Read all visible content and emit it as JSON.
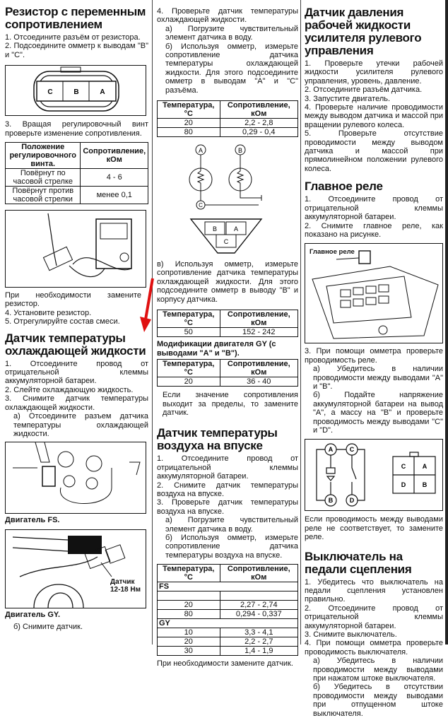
{
  "col1": {
    "resistor": {
      "title": "Резистор с переменным сопротивлением",
      "steps_a": [
        "1. Отсоедините разъём от резистора.",
        "2. Подсоедините омметр к выводам \"B\" и \"C\"."
      ],
      "connector_pins": [
        "C",
        "B",
        "A"
      ],
      "step3": [
        "3. Вращая регулировочный винт проверьте изменение сопротивления."
      ],
      "table": {
        "headers": [
          "Положение регулировочного винта.",
          "Сопротивление, кОм"
        ],
        "rows": [
          [
            "Повёрнут по часовой стрелке",
            "4 - 6"
          ],
          [
            "Повёрнут против часовой стрелки",
            "менее 0,1"
          ]
        ]
      },
      "steps_b": [
        "При необходимости замените резистор.",
        "4. Установите резистор.",
        "5. Отрегулируйте состав смеси."
      ]
    },
    "coolant": {
      "title": "Датчик температуры охлаждающей жидкости",
      "steps": [
        "1. Отсоедините провод от отрицательной клеммы аккумуляторной батареи.",
        "2. Слейте охлаждающую жидкость.",
        "3. Снимите датчик температуры охлаждающей жидкости."
      ],
      "sub": [
        "а) Отсоедините разъем датчика температуры охлаждающей жидкости."
      ],
      "fig_fs_caption": "Двигатель FS.",
      "fig_gy_label": "Датчик 12-18 Нм",
      "fig_gy_caption": "Двигатель GY.",
      "step_b": "б) Снимите датчик."
    }
  },
  "col2": {
    "step4": [
      "4. Проверьте датчик температуры охлаждающей жидкости."
    ],
    "step4_sub": [
      "а) Погрузите чувствительный элемент датчика в воду.",
      "б) Используя омметр, измерьте сопротивление датчика температуры охлаждающей жидкости. Для этого подсоедините омметр в выводам \"A\" и \"C\" разъёма."
    ],
    "table1": {
      "headers": [
        "Температура, °C",
        "Сопротивление, кОм"
      ],
      "rows": [
        [
          "20",
          "2,2 - 2,8"
        ],
        [
          "80",
          "0,29 - 0,4"
        ]
      ]
    },
    "diagram_labels": [
      "A",
      "B",
      "C",
      "B",
      "A",
      "C"
    ],
    "step_v": [
      "в) Используя омметр, измерьте сопротивление датчика температуры охлаждающей жидкости. Для этого подсоедините омметр в выводу \"B\" и корпусу датчика."
    ],
    "table2": {
      "headers": [
        "Температура, °C",
        "Сопротивление, кОм"
      ],
      "rows": [
        [
          "50",
          "152 - 242"
        ]
      ]
    },
    "gy_heading": "Модификации двигателя GY (с выводами \"A\" и \"B\").",
    "table3": {
      "headers": [
        "Температура, °C",
        "Сопротивление, кОм"
      ],
      "rows": [
        [
          "20",
          "36 - 40"
        ]
      ]
    },
    "note": [
      "Если значение сопротивления выходит за пределы, то замените датчик."
    ],
    "intake": {
      "title": "Датчик температуры воздуха на впуске",
      "steps": [
        "1. Отсоедините провод от отрицательной клеммы аккумуляторной батареи.",
        "2. Снимите датчик температуры воздуха на впуске.",
        "3. Проверьте датчик температуры воздуха на впуске."
      ],
      "sub": [
        "а) Погрузите чувствительный элемент датчика в воду.",
        "б) Используя омметр, измерьте сопротивление датчика температуры воздуха на впуске."
      ],
      "table": {
        "headers": [
          "Температура, °C",
          "Сопротивление, кОм"
        ],
        "rows": [
          [
            "FS"
          ],
          [
            "",
            ""
          ],
          [
            "20",
            "2,27 - 2,74"
          ],
          [
            "80",
            "0,294 - 0,337"
          ],
          [
            "GY"
          ],
          [
            "10",
            "3,3 - 4,1"
          ],
          [
            "20",
            "2,2 - 2,7"
          ],
          [
            "30",
            "1,4 - 1,9"
          ]
        ]
      },
      "note": "При необходимости замените датчик."
    }
  },
  "col3": {
    "pressure": {
      "title": "Датчик давления рабочей жидкости усилителя рулевого управления",
      "steps": [
        "1. Проверьте утечки рабочей жидкости усилителя рулевого управления, уровень, давление.",
        "2. Отсоедините разъём датчика.",
        "3. Запустите двигатель.",
        "4. Проверьте наличие проводимости между выводом датчика и массой при вращении рулевого колеса.",
        "5. Проверьте отсутствие проводимости между выводом датчика и массой при прямолинейном положении рулевого колеса."
      ]
    },
    "relay": {
      "title": "Главное реле",
      "steps": [
        "1. Отсоедините провод от отрицательной клеммы аккумуляторной батареи.",
        "2. Снимите главное реле, как показано на рисунке."
      ],
      "fig_label": "Главное реле",
      "step3": [
        "3. При помощи омметра проверьте проводимость реле."
      ],
      "sub": [
        "а) Убедитесь в наличии проводимости между выводами \"A\" и \"B\".",
        "б) Подайте напряжение аккумуляторной батареи на вывод \"A\", а массу на \"B\" и проверьте проводимость между выводами \"C\" и \"D\"."
      ],
      "schematic_labels": [
        "A",
        "C",
        "B",
        "D"
      ],
      "connector_pins": [
        "C",
        "A",
        "D",
        "B"
      ],
      "note": [
        "Если проводимость между выводами реле не соответствует, то замените реле."
      ]
    },
    "clutch": {
      "title": "Выключатель на педали сцепления",
      "steps": [
        "1. Убедитесь что выключатель на педали сцепления установлен правильно.",
        "2. Отсоедините провод от отрицательной клеммы аккумуляторной батареи.",
        "3. Снимите выключатель.",
        "4. При помощи омметра проверьте проводимость выключателя."
      ],
      "sub": [
        "а) Убедитесь в наличии проводимости между выводами при нажатом штоке выключателя.",
        "б) Убедитесь в отсутствии проводимости между выводами при отпущенном штоке выключателя."
      ]
    }
  },
  "colors": {
    "arrow": "#e01010",
    "ink": "#111111"
  }
}
